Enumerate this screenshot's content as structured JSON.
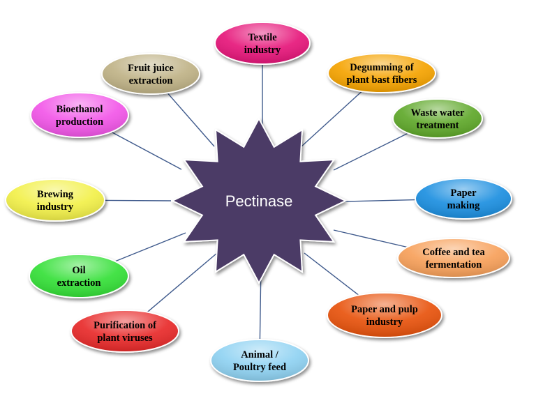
{
  "center": {
    "label": "Pectinase",
    "color": "#4b3a66"
  },
  "connector_color": "#3f5a8c",
  "nodes": [
    {
      "id": "textile-industry",
      "lines": [
        "Textile",
        "industry"
      ],
      "color": "#e6127a",
      "text_color": "#000000"
    },
    {
      "id": "degumming-of-plant-bast-fibers",
      "lines": [
        "Degumming of",
        "plant bast fibers"
      ],
      "color": "#f5a300",
      "text_color": "#000000"
    },
    {
      "id": "waste-water-treatment",
      "lines": [
        "Waste water",
        "treatment"
      ],
      "color": "#5fa82a",
      "text_color": "#000000"
    },
    {
      "id": "paper-making",
      "lines": [
        "Paper",
        "making"
      ],
      "color": "#1a8fe0",
      "text_color": "#000000"
    },
    {
      "id": "coffee-and-tea-fermentation",
      "lines": [
        "Coffee and tea",
        "fermentation"
      ],
      "color": "#f7a05a",
      "text_color": "#000000"
    },
    {
      "id": "paper-and-pulp-industry",
      "lines": [
        "Paper and pulp",
        "industry"
      ],
      "color": "#e8520c",
      "text_color": "#000000"
    },
    {
      "id": "animal-poultry-feed",
      "lines": [
        "Animal /",
        "Poultry feed"
      ],
      "color": "#8fd2f2",
      "text_color": "#000000"
    },
    {
      "id": "purification-of-plant-viruses",
      "lines": [
        "Purification of",
        "plant viruses"
      ],
      "color": "#e82a2a",
      "text_color": "#000000"
    },
    {
      "id": "oil-extraction",
      "lines": [
        "Oil",
        "extraction"
      ],
      "color": "#36e038",
      "text_color": "#000000"
    },
    {
      "id": "brewing-industry",
      "lines": [
        "Brewing",
        "industry"
      ],
      "color": "#f2f04a",
      "text_color": "#000000"
    },
    {
      "id": "bioethanol-production",
      "lines": [
        "Bioethanol",
        "production"
      ],
      "color": "#f257e8",
      "text_color": "#000000"
    },
    {
      "id": "fruit-juice-extraction",
      "lines": [
        "Fruit juice",
        "extraction"
      ],
      "color": "#bfb286",
      "text_color": "#000000"
    }
  ]
}
